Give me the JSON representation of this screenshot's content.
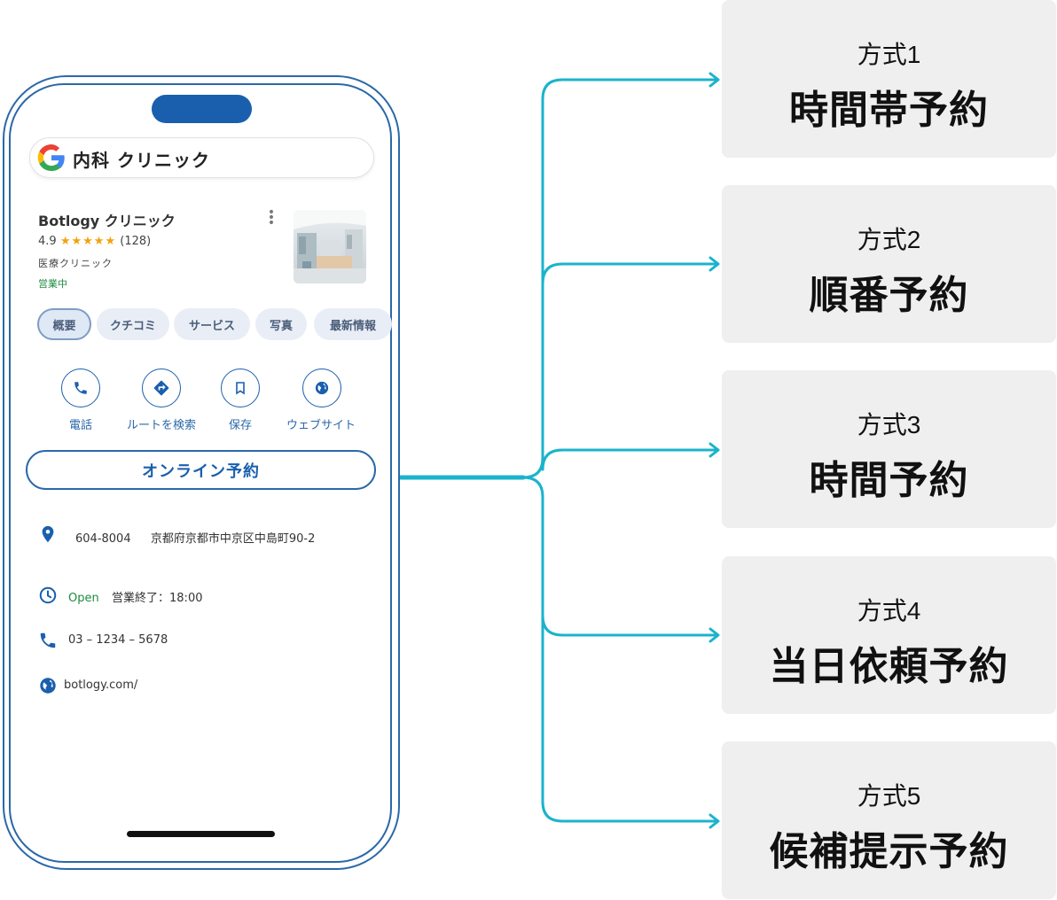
{
  "search": {
    "query": "内科 クリニック"
  },
  "business": {
    "name": "Botlogy クリニック",
    "rating": "4.9",
    "stars": "★★★★★",
    "review_count": "(128)",
    "category": "医療クリニック",
    "status": "営業中"
  },
  "tabs": [
    "概要",
    "クチコミ",
    "サービス",
    "写真",
    "最新情報"
  ],
  "actions": [
    {
      "label": "電話",
      "icon": "phone-icon"
    },
    {
      "label": "ルートを検索",
      "icon": "directions-icon"
    },
    {
      "label": "保存",
      "icon": "bookmark-icon"
    },
    {
      "label": "ウェブサイト",
      "icon": "globe-icon"
    }
  ],
  "online_booking_label": "オンライン予約",
  "info": {
    "postal": "604-8004",
    "address": "京都府京都市中京区中島町90-2",
    "open_label": "Open",
    "hours": "営業終了：18:00",
    "phone": "03 – 1234 – 5678",
    "website": "botlogy.com/"
  },
  "methods": [
    {
      "sub": "方式1",
      "title": "時間帯予約"
    },
    {
      "sub": "方式2",
      "title": "順番予約"
    },
    {
      "sub": "方式3",
      "title": "時間予約"
    },
    {
      "sub": "方式4",
      "title": "当日依頼予約"
    },
    {
      "sub": "方式5",
      "title": "候補提示予約"
    }
  ],
  "colors": {
    "phone_border": "#2a68a8",
    "accent_blue": "#1a5fae",
    "connector": "#1bb3cc",
    "box_bg": "#efefef",
    "open_green": "#1e8a3e",
    "star": "#f2a20c"
  }
}
